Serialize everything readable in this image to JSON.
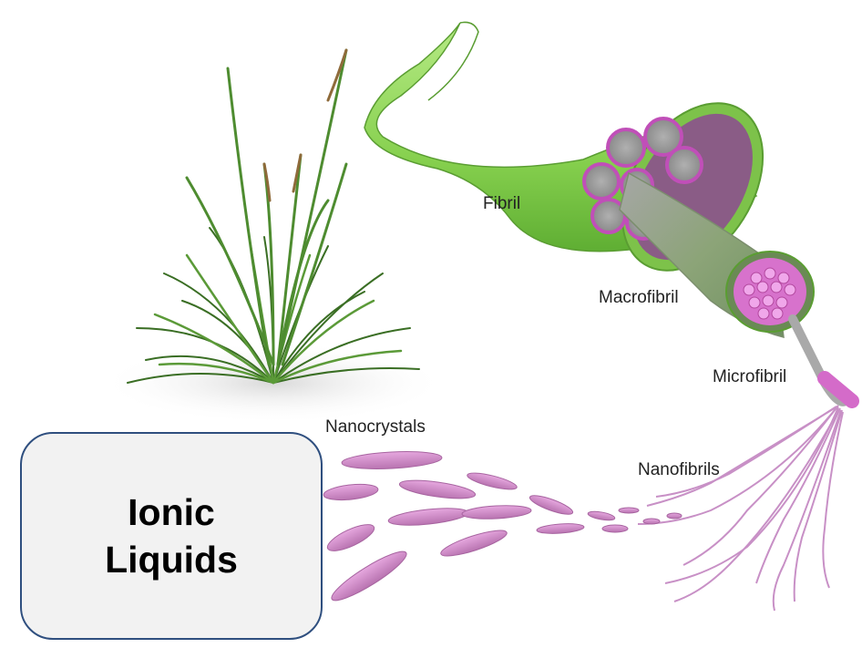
{
  "labels": {
    "fibril": "Fibril",
    "macrofibril": "Macrofibril",
    "microfibril": "Microfibril",
    "nanofibrils": "Nanofibrils",
    "nanocrystals": "Nanocrystals"
  },
  "callout": {
    "line1": "Ionic",
    "line2": "Liquids"
  },
  "colors": {
    "fibril_green": "#8fd65a",
    "cross_section_purple": "#c04fb8",
    "nanostructure_pink": "#d98fd0",
    "grass_green": "#3f7a2a",
    "callout_border": "#2f4f7f"
  },
  "icons": {
    "plant": "grass-tuft-illustration"
  }
}
